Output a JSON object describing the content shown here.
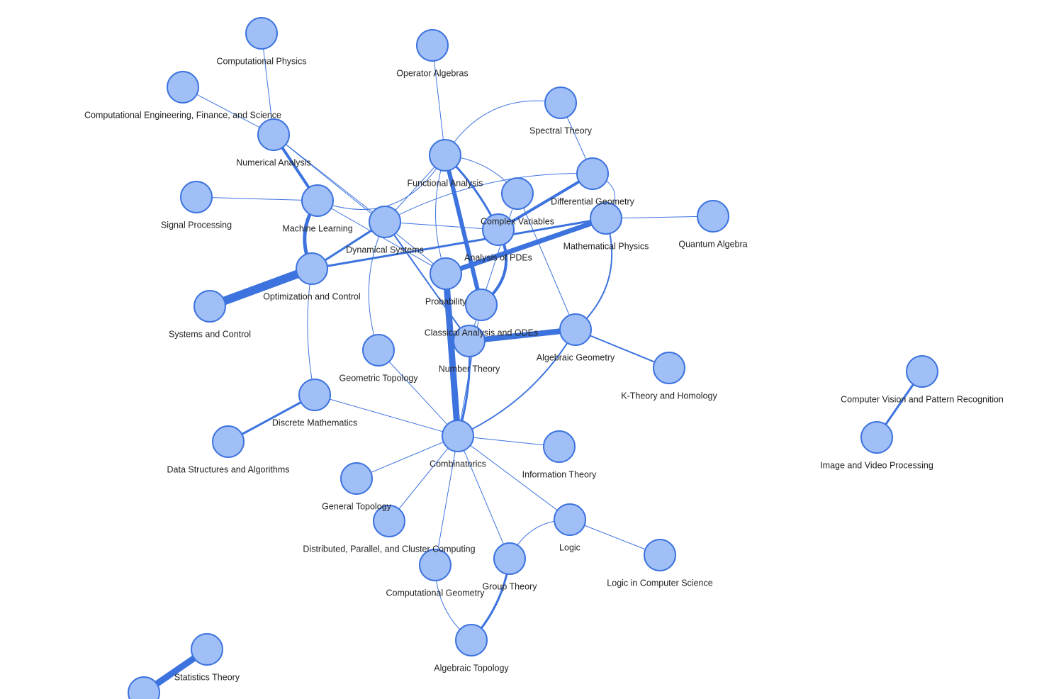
{
  "colors": {
    "node_fill": "#a0bff7",
    "node_stroke": "#3d73de",
    "edge": "#3d73de",
    "label": "#222222",
    "background": "#ffffff"
  },
  "graph": {
    "nodes": [
      {
        "id": "computational-physics",
        "label": "Computational Physics"
      },
      {
        "id": "operator-algebras",
        "label": "Operator Algebras"
      },
      {
        "id": "comp-eng-finance-science",
        "label": "Computational Engineering, Finance, and Science"
      },
      {
        "id": "spectral-theory",
        "label": "Spectral Theory"
      },
      {
        "id": "numerical-analysis",
        "label": "Numerical Analysis"
      },
      {
        "id": "functional-analysis",
        "label": "Functional Analysis"
      },
      {
        "id": "differential-geometry",
        "label": "Differential Geometry"
      },
      {
        "id": "signal-processing",
        "label": "Signal Processing"
      },
      {
        "id": "machine-learning",
        "label": "Machine Learning"
      },
      {
        "id": "complex-variables",
        "label": "Complex Variables"
      },
      {
        "id": "mathematical-physics",
        "label": "Mathematical Physics"
      },
      {
        "id": "quantum-algebra",
        "label": "Quantum Algebra"
      },
      {
        "id": "dynamical-systems",
        "label": "Dynamical Systems"
      },
      {
        "id": "analysis-of-pdes",
        "label": "Analysis of PDEs"
      },
      {
        "id": "optimization-and-control",
        "label": "Optimization and Control"
      },
      {
        "id": "probability",
        "label": "Probability"
      },
      {
        "id": "systems-and-control",
        "label": "Systems and Control"
      },
      {
        "id": "classical-analysis-odes",
        "label": "Classical Analysis and ODEs"
      },
      {
        "id": "algebraic-geometry",
        "label": "Algebraic Geometry"
      },
      {
        "id": "number-theory",
        "label": "Number Theory"
      },
      {
        "id": "k-theory-homology",
        "label": "K-Theory and Homology"
      },
      {
        "id": "geometric-topology",
        "label": "Geometric Topology"
      },
      {
        "id": "computer-vision",
        "label": "Computer Vision and Pattern Recognition"
      },
      {
        "id": "discrete-mathematics",
        "label": "Discrete Mathematics"
      },
      {
        "id": "data-structures-algorithms",
        "label": "Data Structures and Algorithms"
      },
      {
        "id": "combinatorics",
        "label": "Combinatorics"
      },
      {
        "id": "image-video-processing",
        "label": "Image and Video Processing"
      },
      {
        "id": "information-theory",
        "label": "Information Theory"
      },
      {
        "id": "general-topology",
        "label": "General Topology"
      },
      {
        "id": "distributed-computing",
        "label": "Distributed, Parallel, and Cluster Computing"
      },
      {
        "id": "logic",
        "label": "Logic"
      },
      {
        "id": "logic-in-cs",
        "label": "Logic in Computer Science"
      },
      {
        "id": "computational-geometry",
        "label": "Computational Geometry"
      },
      {
        "id": "group-theory",
        "label": "Group Theory"
      },
      {
        "id": "algebraic-topology",
        "label": "Algebraic Topology"
      },
      {
        "id": "statistics-theory",
        "label": "Statistics Theory"
      },
      {
        "id": "statistics-peer",
        "label": ""
      }
    ],
    "edges": [
      {
        "source": "computational-physics",
        "target": "numerical-analysis",
        "weight": 1
      },
      {
        "source": "comp-eng-finance-science",
        "target": "numerical-analysis",
        "weight": 1
      },
      {
        "source": "numerical-analysis",
        "target": "machine-learning",
        "weight": 4
      },
      {
        "source": "numerical-analysis",
        "target": "dynamical-systems",
        "weight": 1
      },
      {
        "source": "numerical-analysis",
        "target": "probability",
        "weight": 1
      },
      {
        "source": "signal-processing",
        "target": "machine-learning",
        "weight": 1
      },
      {
        "source": "machine-learning",
        "target": "optimization-and-control",
        "weight": 5
      },
      {
        "source": "machine-learning",
        "target": "functional-analysis",
        "weight": 1
      },
      {
        "source": "machine-learning",
        "target": "probability",
        "weight": 1
      },
      {
        "source": "operator-algebras",
        "target": "functional-analysis",
        "weight": 1
      },
      {
        "source": "spectral-theory",
        "target": "functional-analysis",
        "weight": 1
      },
      {
        "source": "spectral-theory",
        "target": "differential-geometry",
        "weight": 1
      },
      {
        "source": "functional-analysis",
        "target": "classical-analysis-odes",
        "weight": 6
      },
      {
        "source": "functional-analysis",
        "target": "analysis-of-pdes",
        "weight": 3
      },
      {
        "source": "functional-analysis",
        "target": "probability",
        "weight": 1
      },
      {
        "source": "functional-analysis",
        "target": "dynamical-systems",
        "weight": 1
      },
      {
        "source": "functional-analysis",
        "target": "complex-variables",
        "weight": 1
      },
      {
        "source": "differential-geometry",
        "target": "analysis-of-pdes",
        "weight": 4
      },
      {
        "source": "differential-geometry",
        "target": "dynamical-systems",
        "weight": 1
      },
      {
        "source": "differential-geometry",
        "target": "mathematical-physics",
        "weight": 1
      },
      {
        "source": "complex-variables",
        "target": "number-theory",
        "weight": 1
      },
      {
        "source": "complex-variables",
        "target": "algebraic-geometry",
        "weight": 1
      },
      {
        "source": "analysis-of-pdes",
        "target": "classical-analysis-odes",
        "weight": 4
      },
      {
        "source": "analysis-of-pdes",
        "target": "dynamical-systems",
        "weight": 1
      },
      {
        "source": "mathematical-physics",
        "target": "quantum-algebra",
        "weight": 1
      },
      {
        "source": "mathematical-physics",
        "target": "probability",
        "weight": 7
      },
      {
        "source": "mathematical-physics",
        "target": "optimization-and-control",
        "weight": 3
      },
      {
        "source": "mathematical-physics",
        "target": "algebraic-geometry",
        "weight": 2
      },
      {
        "source": "dynamical-systems",
        "target": "optimization-and-control",
        "weight": 3
      },
      {
        "source": "dynamical-systems",
        "target": "number-theory",
        "weight": 2
      },
      {
        "source": "dynamical-systems",
        "target": "geometric-topology",
        "weight": 1
      },
      {
        "source": "optimization-and-control",
        "target": "systems-and-control",
        "weight": 12
      },
      {
        "source": "optimization-and-control",
        "target": "discrete-mathematics",
        "weight": 1
      },
      {
        "source": "probability",
        "target": "combinatorics",
        "weight": 9
      },
      {
        "source": "classical-analysis-odes",
        "target": "combinatorics",
        "weight": 1
      },
      {
        "source": "number-theory",
        "target": "algebraic-geometry",
        "weight": 8
      },
      {
        "source": "number-theory",
        "target": "combinatorics",
        "weight": 3
      },
      {
        "source": "algebraic-geometry",
        "target": "k-theory-homology",
        "weight": 2
      },
      {
        "source": "algebraic-geometry",
        "target": "combinatorics",
        "weight": 2
      },
      {
        "source": "geometric-topology",
        "target": "combinatorics",
        "weight": 1
      },
      {
        "source": "discrete-mathematics",
        "target": "data-structures-algorithms",
        "weight": 3
      },
      {
        "source": "discrete-mathematics",
        "target": "combinatorics",
        "weight": 1
      },
      {
        "source": "combinatorics",
        "target": "information-theory",
        "weight": 1
      },
      {
        "source": "combinatorics",
        "target": "general-topology",
        "weight": 1
      },
      {
        "source": "combinatorics",
        "target": "distributed-computing",
        "weight": 1
      },
      {
        "source": "combinatorics",
        "target": "computational-geometry",
        "weight": 1
      },
      {
        "source": "combinatorics",
        "target": "group-theory",
        "weight": 1
      },
      {
        "source": "combinatorics",
        "target": "logic",
        "weight": 1
      },
      {
        "source": "logic",
        "target": "logic-in-cs",
        "weight": 1
      },
      {
        "source": "logic",
        "target": "group-theory",
        "weight": 1
      },
      {
        "source": "group-theory",
        "target": "algebraic-topology",
        "weight": 3
      },
      {
        "source": "computational-geometry",
        "target": "algebraic-topology",
        "weight": 1
      },
      {
        "source": "computer-vision",
        "target": "image-video-processing",
        "weight": 3
      },
      {
        "source": "statistics-theory",
        "target": "statistics-peer",
        "weight": 9
      }
    ]
  }
}
